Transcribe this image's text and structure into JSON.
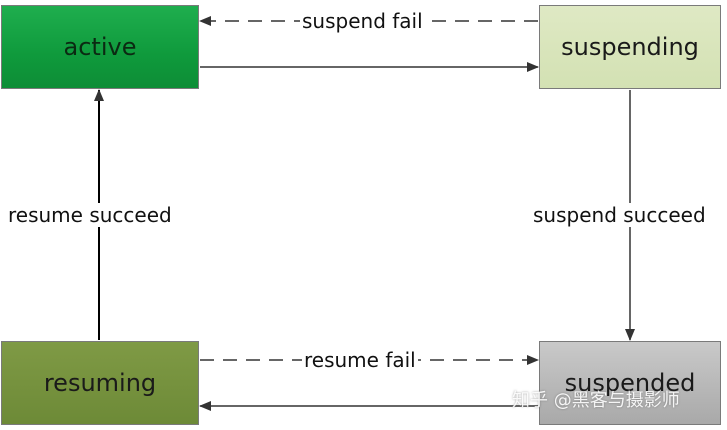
{
  "states": {
    "active": "active",
    "suspending": "suspending",
    "resuming": "resuming",
    "suspended": "suspended"
  },
  "transitions": {
    "suspend_fail": "suspend fail",
    "resume_fail": "resume fail",
    "resume_succeed": "resume succeed",
    "suspend_succeed": "suspend succeed"
  },
  "watermark": "知乎 @黑客与摄影师",
  "colors": {
    "active": "#0f9a3c",
    "suspending": "#d3e1b3",
    "resuming": "#6d8a37",
    "suspended": "#a9a9a9",
    "arrow": "#333333"
  }
}
